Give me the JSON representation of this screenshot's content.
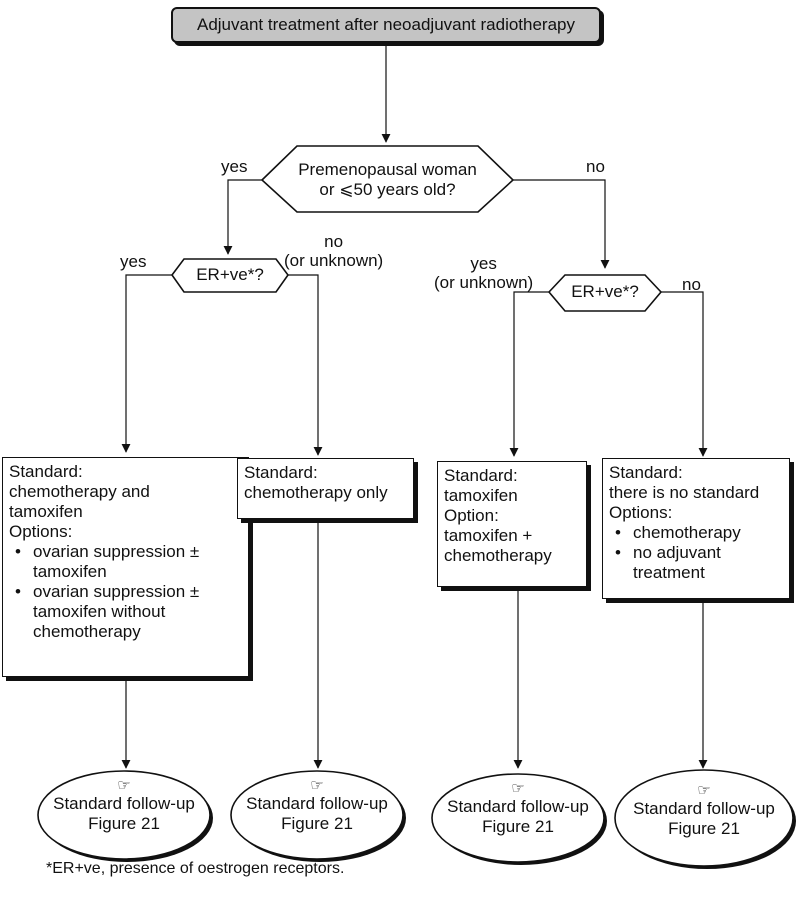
{
  "title": "Adjuvant treatment after neoadjuvant radiotherapy",
  "decision_main": {
    "line1": "Premenopausal woman",
    "line2": "or ⩽50 years old?",
    "yes": "yes",
    "no": "no"
  },
  "decision_left": {
    "text": "ER+ve*?",
    "yes": "yes",
    "no_line1": "no",
    "no_line2": "(or unknown)"
  },
  "decision_right": {
    "text": "ER+ve*?",
    "yes_line1": "yes",
    "yes_line2": "(or unknown)",
    "no": "no"
  },
  "boxes": {
    "b1": {
      "lines": [
        "Standard:",
        "chemotherapy and",
        "tamoxifen",
        "Options:"
      ],
      "bullets": [
        {
          "l1": "ovarian suppression ±",
          "l2": "tamoxifen"
        },
        {
          "l1": "ovarian suppression ±",
          "l2": "tamoxifen without",
          "l3": "chemotherapy"
        }
      ]
    },
    "b2": {
      "lines": [
        "Standard:",
        "chemotherapy only"
      ]
    },
    "b3": {
      "lines": [
        "Standard:",
        "tamoxifen",
        "Option:",
        "tamoxifen +",
        "chemotherapy"
      ]
    },
    "b4": {
      "lines": [
        "Standard:",
        "there is no standard",
        "Options:"
      ],
      "bullets": [
        {
          "l1": "chemotherapy"
        },
        {
          "l1": "no adjuvant",
          "l2": "treatment"
        }
      ]
    }
  },
  "followups": [
    {
      "icon": "pointing-hand-icon",
      "line1": "Standard follow-up",
      "line2": "Figure 21"
    },
    {
      "icon": "pointing-hand-icon",
      "line1": "Standard follow-up",
      "line2": "Figure 21"
    },
    {
      "icon": "pointing-hand-icon",
      "line1": "Standard follow-up",
      "line2": "Figure 21"
    },
    {
      "icon": "pointing-hand-icon",
      "line1": "Standard follow-up",
      "line2": "Figure 21"
    }
  ],
  "footnote": "*ER+ve, presence of oestrogen receptors."
}
